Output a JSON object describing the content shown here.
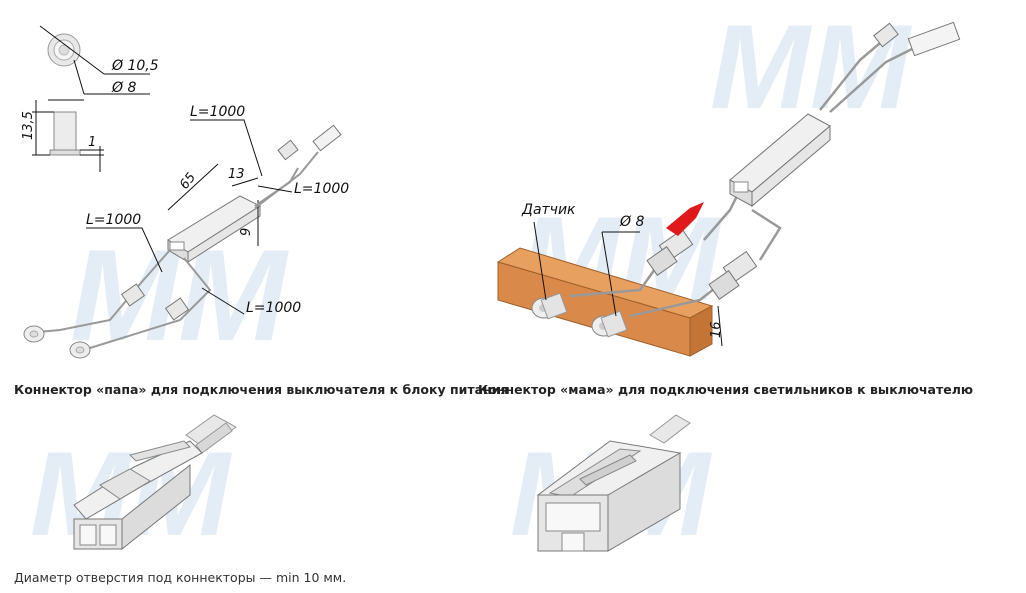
{
  "watermark": "MM",
  "panel_left": {
    "dims": {
      "outer_diameter": "Ø 10,5",
      "inner_diameter": "Ø 8",
      "height": "13,5",
      "lip": "1",
      "body_length": "65",
      "body_width": "13",
      "body_height": "9",
      "cable_top": "L=1000",
      "cable_right": "L=1000",
      "cable_left": "L=1000",
      "cable_bottom": "L=1000"
    }
  },
  "panel_right": {
    "sensor_label": "Датчик",
    "hole_diameter": "Ø 8",
    "board_thickness": "16",
    "colors": {
      "wood": "#d9894a",
      "arrow": "#e01a1a"
    }
  },
  "captions": {
    "male": "Коннектор «папа» для подключения выключателя к блоку питания",
    "female": "Коннектор «мама» для подключения светильников к выключателю"
  },
  "footnote": "Диаметр отверстия под коннекторы — min 10 мм."
}
